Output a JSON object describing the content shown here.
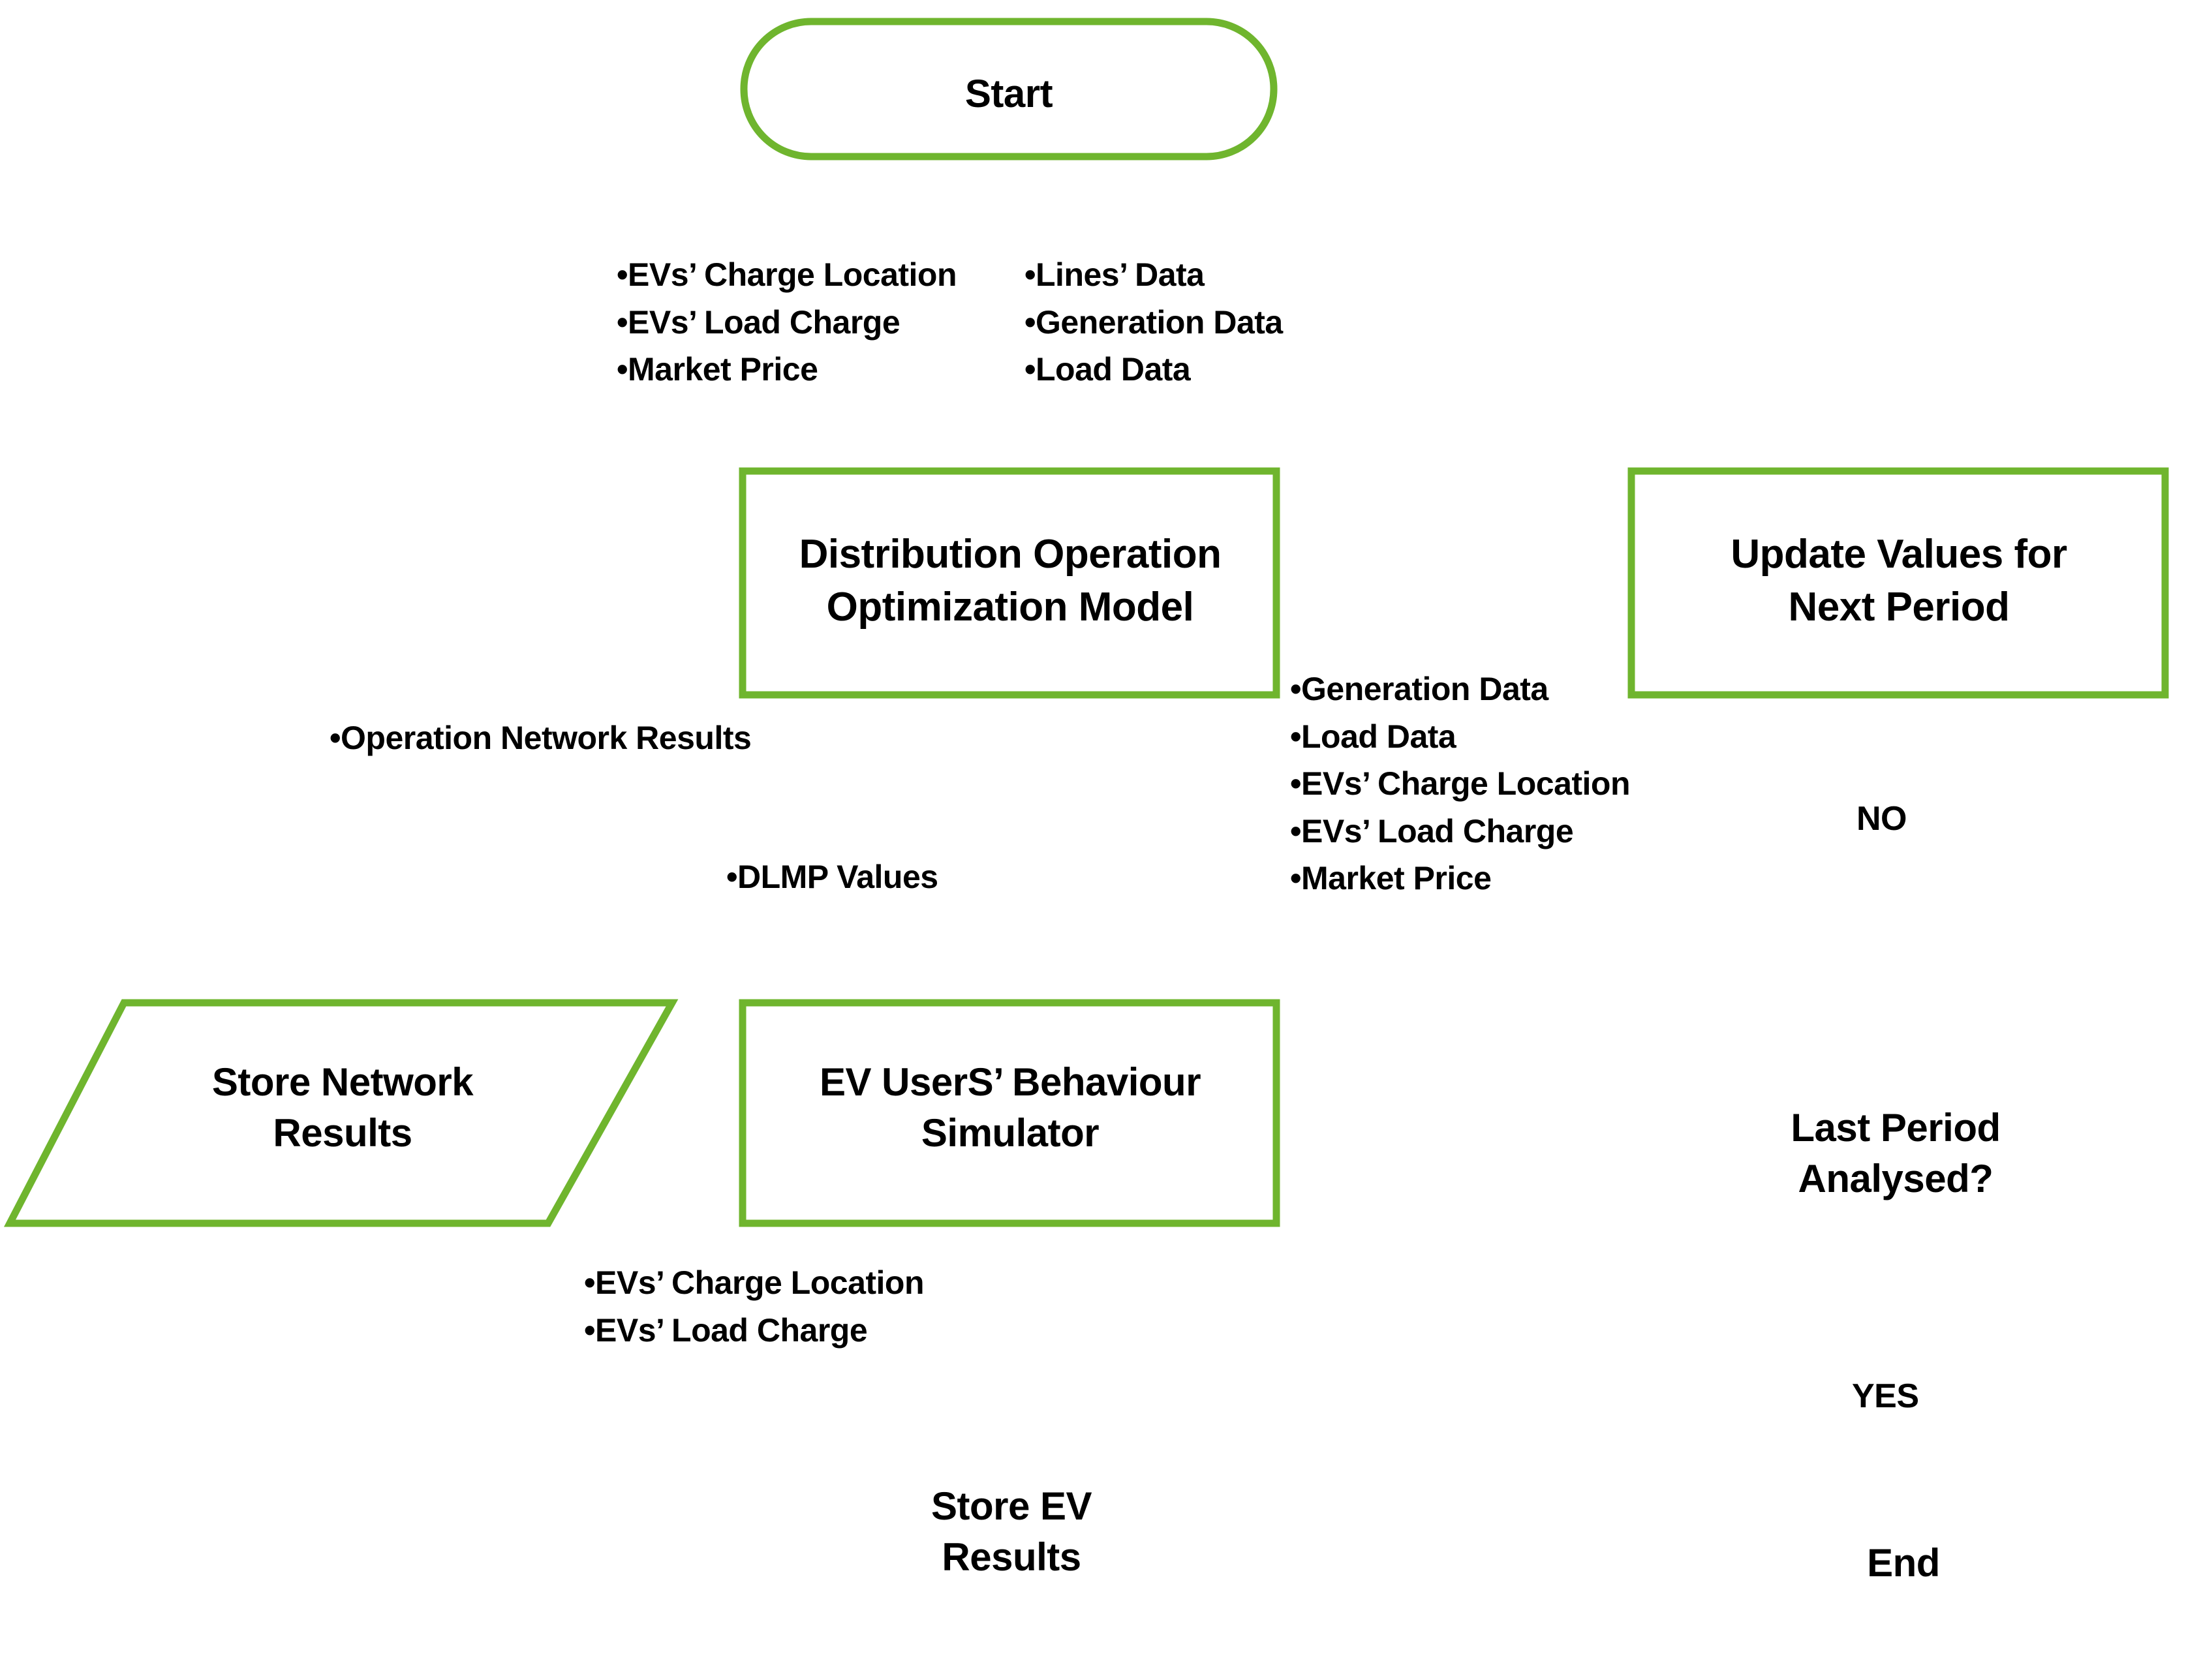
{
  "diagram": {
    "title": "EV Distribution Operation Optimization Flowchart",
    "accent_color": "#6FB52E",
    "text_color": "#000000",
    "background_color": "#FFFFFF"
  },
  "nodes": {
    "start": {
      "label": "Start",
      "shape": "terminator"
    },
    "optimization_model": {
      "label": "Distribution Operation\nOptimization Model",
      "shape": "process"
    },
    "update_values": {
      "label": "Update Values for\nNext Period",
      "shape": "process"
    },
    "store_network_results": {
      "label": "Store Network\nResults",
      "shape": "data-parallelogram"
    },
    "ev_behaviour_simulator": {
      "label": "EV UserS’ Behaviour\nSimulator",
      "shape": "process"
    },
    "last_period_decision": {
      "label": "Last Period\nAnalysed?",
      "shape": "decision"
    },
    "store_ev_results": {
      "label": "Store EV\nResults",
      "shape": "data-parallelogram"
    },
    "end": {
      "label": "End",
      "shape": "terminator"
    }
  },
  "annotations": {
    "start_inputs_left": [
      "EVs’ Charge Location",
      "EVs’ Load Charge",
      "Market Price"
    ],
    "start_inputs_right": [
      "Lines’ Data",
      "Generation Data",
      "Load Data"
    ],
    "model_to_store_network": [
      "Operation Network Results"
    ],
    "model_to_simulator": [
      "DLMP Values"
    ],
    "update_to_model": [
      "Generation Data",
      "Load Data",
      "EVs’ Charge Location",
      "EVs’ Load Charge",
      "Market Price"
    ],
    "simulator_to_store_ev": [
      "EVs’ Charge Location",
      "EVs’ Load Charge"
    ]
  },
  "edge_labels": {
    "decision_no": "NO",
    "decision_yes": "YES"
  }
}
